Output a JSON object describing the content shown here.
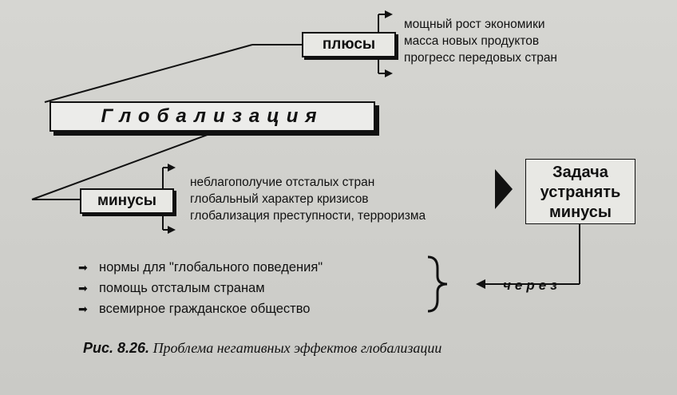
{
  "plus": {
    "label": "плюсы",
    "items": [
      "мощный рост экономики",
      "масса новых продуктов",
      "прогресс передовых стран"
    ]
  },
  "globalization": {
    "label": "Глобализация"
  },
  "minus": {
    "label": "минусы",
    "items": [
      "неблагополучие отсталых стран",
      "глобальный характер кризисов",
      "глобализация преступности, терроризма"
    ]
  },
  "task": {
    "line1": "Задача",
    "line2": "устранять",
    "line3": "минусы"
  },
  "means": {
    "bullet_icon": "arrow-bullet-icon",
    "items": [
      "нормы для \"глобального поведения\"",
      "помощь отсталым странам",
      "всемирное гражданское общество"
    ]
  },
  "via": {
    "label": "через"
  },
  "caption": {
    "number": "Рис. 8.26.",
    "text": "Проблема негативных эффектов глобализации"
  }
}
